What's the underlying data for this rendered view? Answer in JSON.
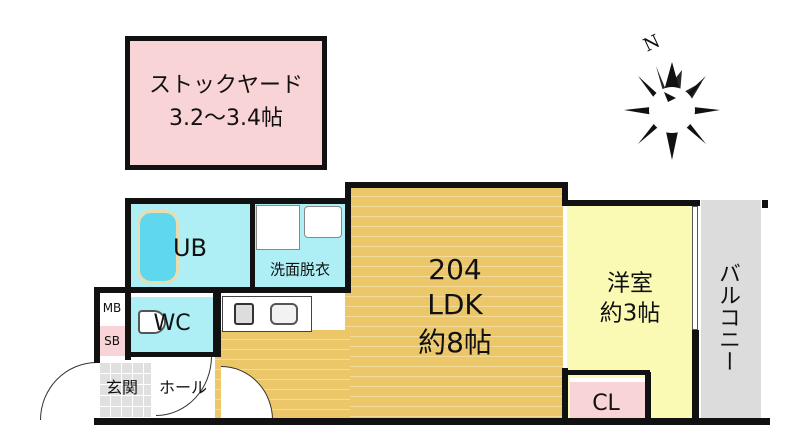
{
  "stock_yard": {
    "name": "ストックヤード",
    "size": "3.2〜3.4帖"
  },
  "compass": {
    "north_label": "N"
  },
  "rooms": {
    "ldk": {
      "number": "204",
      "name": "LDK",
      "size": "約8帖"
    },
    "western_room": {
      "name": "洋室",
      "size": "約3帖"
    },
    "balcony": {
      "name": "バルコニー"
    },
    "closet": {
      "name": "CL"
    },
    "unit_bath": {
      "name": "UB"
    },
    "washroom": {
      "name": "洗面脱衣"
    },
    "toilet": {
      "name": "WC"
    },
    "meter_box": {
      "name": "MB"
    },
    "shoe_box": {
      "name": "SB"
    },
    "entrance": {
      "name": "玄関"
    },
    "hall": {
      "name": "ホール"
    }
  },
  "colors": {
    "ldk": "#ecc76a",
    "western_room": "#fafab4",
    "wet_area": "#aeeef5",
    "pink": "#f9d4d6",
    "balcony": "#dcdcdc"
  }
}
